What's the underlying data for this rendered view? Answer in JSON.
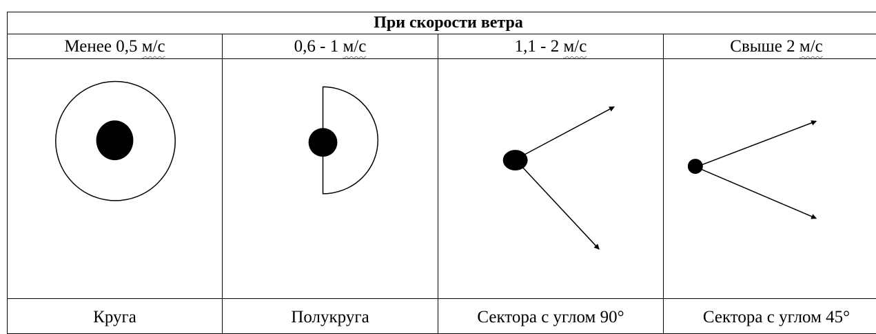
{
  "table": {
    "title": "При скорости ветра",
    "columns": [
      {
        "speed_value": "Менее 0,5",
        "speed_unit": "м/с",
        "figure_icon": "full-circle-zone-icon",
        "label": "Круга"
      },
      {
        "speed_value": "0,6 - 1",
        "speed_unit": "м/с",
        "figure_icon": "half-circle-zone-icon",
        "label": "Полукруга"
      },
      {
        "speed_value": "1,1 - 2",
        "speed_unit": "м/с",
        "figure_icon": "sector-90-zone-icon",
        "label": "Сектора с углом 90°"
      },
      {
        "speed_value": "Свыше 2",
        "speed_unit": "м/с",
        "figure_icon": "sector-45-zone-icon",
        "label": "Сектора с углом 45°"
      }
    ]
  },
  "colors": {
    "ink": "#000000",
    "background": "#ffffff"
  }
}
